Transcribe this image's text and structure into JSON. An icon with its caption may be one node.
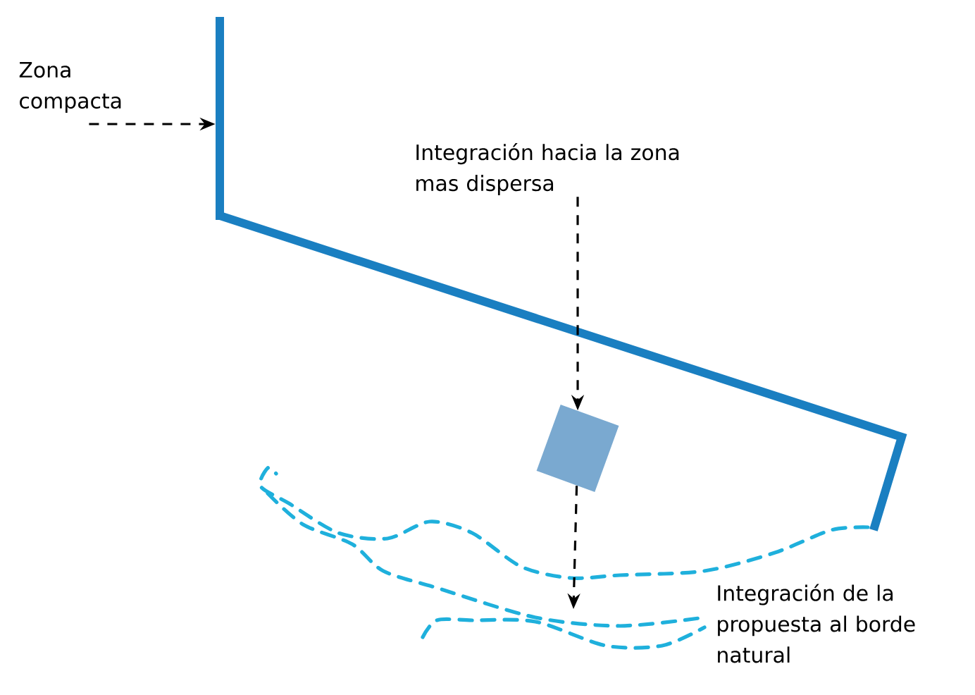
{
  "diagram": {
    "nodes": [
      {
        "text": [
          "Zona compacta"
        ]
      },
      {
        "text": [],
        "shape": "bar"
      },
      {
        "text": [
          "Integración hacia la zona mas dispersa"
        ]
      },
      {
        "text": [],
        "shape": "box"
      }
    ],
    "edges": [
      {
        "from": 0,
        "to": 1,
        "arrow": "to",
        "style": "dashed"
      },
      {
        "from": 2,
        "to": 3,
        "arrow": "to",
        "style": "dashed"
      },
      {
        "from": 3,
        "to": null,
        "arrow": "to",
        "style": "dashed"
      }
    ],
    "labels": [
      "Integración de la propuesta al borde natural"
    ]
  }
}
